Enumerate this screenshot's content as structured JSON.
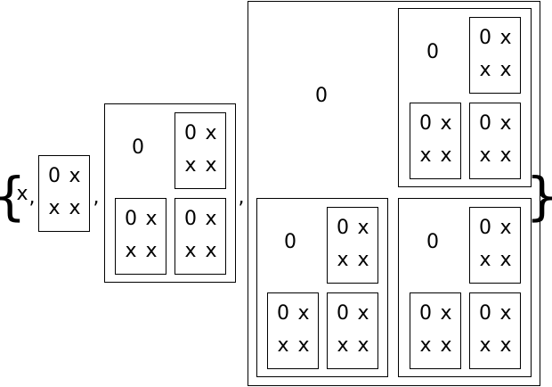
{
  "expression": {
    "open_brace": "{",
    "close_brace": "}",
    "separator": ",",
    "term0": "x",
    "zero": "0",
    "x": "x"
  }
}
